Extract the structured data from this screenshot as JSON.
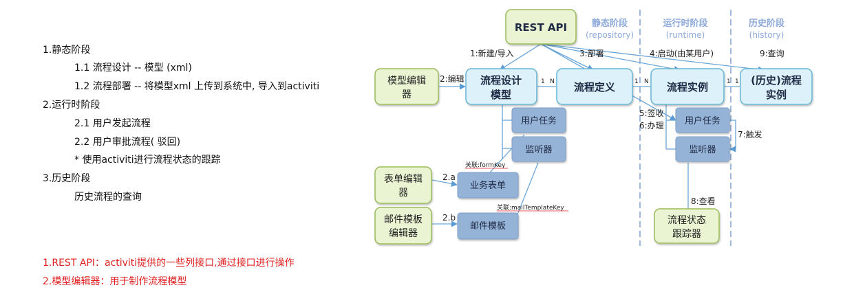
{
  "outline": {
    "lines": [
      {
        "text": "1.静态阶段",
        "indent": 0
      },
      {
        "text": "1.1 流程设计 -- 模型 (xml)",
        "indent": 1
      },
      {
        "text": "1.2 流程部署 -- 将模型xml 上传到系统中, 导入到activiti",
        "indent": 1
      },
      {
        "text": "2.运行时阶段",
        "indent": 0
      },
      {
        "text": "2.1 用户发起流程",
        "indent": 1
      },
      {
        "text": "2.2 用户审批流程( 驳回)",
        "indent": 1
      },
      {
        "text": "* 使用activiti进行流程状态的跟踪",
        "indent": 1
      },
      {
        "text": "3.历史阶段",
        "indent": 0
      },
      {
        "text": "历史流程的查询",
        "indent": 1
      }
    ]
  },
  "notes": [
    "1.REST API：activiti提供的一些列接口,通过接口进行操作",
    "2.模型编辑器：用于制作流程模型"
  ],
  "diagram": {
    "phases": {
      "static": {
        "title": "静态阶段",
        "sub": "(repository)"
      },
      "runtime": {
        "title": "运行时阶段",
        "sub": "(runtime)"
      },
      "history": {
        "title": "历史阶段",
        "sub": "(history)"
      }
    },
    "nodes": {
      "rest_api": "REST API",
      "model_editor": [
        "模型编辑",
        "器"
      ],
      "process_design": [
        "流程设计",
        "模型"
      ],
      "process_def": "流程定义",
      "process_instance": "流程实例",
      "history_instance": [
        "(历史)流程",
        "实例"
      ],
      "user_task_1": "用户任务",
      "listener_1": "监听器",
      "form_editor": [
        "表单编辑",
        "器"
      ],
      "business_form": "业务表单",
      "mail_editor": [
        "邮件模板",
        "编辑器"
      ],
      "mail_template": "邮件模板",
      "user_task_2": "用户任务",
      "listener_2": "监听器",
      "status_tracker": [
        "流程状态",
        "跟踪器"
      ]
    },
    "labels": {
      "new_import": "1:新建/导入",
      "deploy": "3:部署",
      "start": "4:启动(由某用户)",
      "query": "9:查询",
      "edit": "2:编辑",
      "sign": "5:签收",
      "handle": "6:办理",
      "trigger": "7:触发",
      "view": "8:查看",
      "form_2a": "2.a",
      "mail_2b": "2.b",
      "form_key": "关联:formKey",
      "mail_key": "关联:mailTemplateKey",
      "one_a": "1",
      "n_a": "N",
      "one_b": "1",
      "n_b": "N",
      "one_c": "1",
      "one_d": "1"
    },
    "colors": {
      "green_fill": "#eaf4d2",
      "green_stroke": "#9bbb59",
      "cyan_fill": "#dcf1fa",
      "cyan_stroke": "#67b6d6",
      "blue_fill": "#95b3d7",
      "blue_stroke": "#7f9fc8",
      "line": "#6aa6d8",
      "phase_text": "#8eaadb",
      "dash": "#9fb8dc"
    }
  }
}
